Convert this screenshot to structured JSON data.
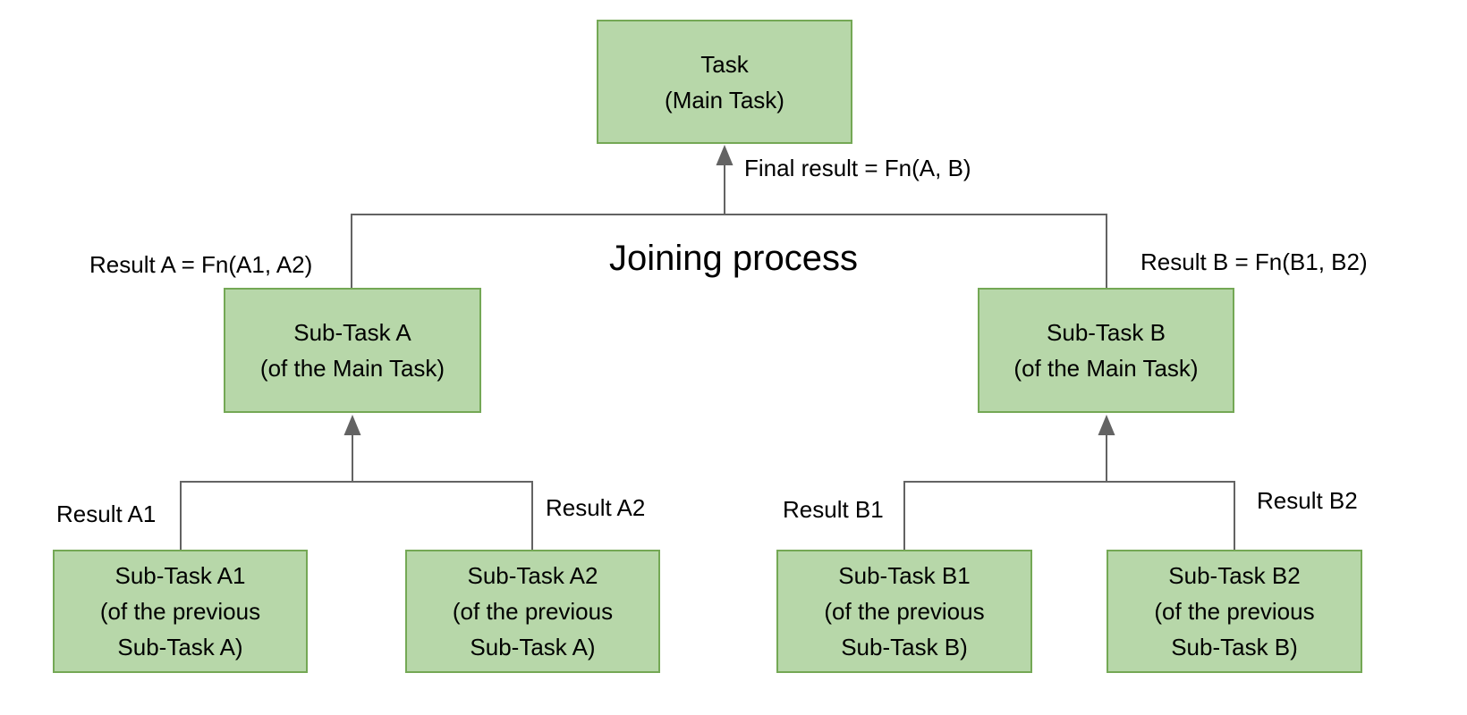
{
  "nodes": {
    "task": {
      "lines": [
        "Task",
        "(Main Task)"
      ]
    },
    "subtask_a": {
      "lines": [
        "Sub-Task A",
        "(of the Main Task)"
      ]
    },
    "subtask_b": {
      "lines": [
        "Sub-Task B",
        "(of the Main Task)"
      ]
    },
    "subtask_a1": {
      "lines": [
        "Sub-Task A1",
        "(of the previous",
        "Sub-Task A)"
      ]
    },
    "subtask_a2": {
      "lines": [
        "Sub-Task A2",
        "(of the previous",
        "Sub-Task A)"
      ]
    },
    "subtask_b1": {
      "lines": [
        "Sub-Task B1",
        "(of the previous",
        "Sub-Task B)"
      ]
    },
    "subtask_b2": {
      "lines": [
        "Sub-Task B2",
        "(of the previous",
        "Sub-Task B)"
      ]
    }
  },
  "labels": {
    "final_result": "Final result = Fn(A, B)",
    "joining_process": "Joining process",
    "result_a": "Result A = Fn(A1, A2)",
    "result_b": "Result B = Fn(B1, B2)",
    "result_a1": "Result A1",
    "result_a2": "Result A2",
    "result_b1": "Result B1",
    "result_b2": "Result B2"
  },
  "colors": {
    "node_fill": "#b7d7a9",
    "node_border": "#74a855",
    "connector": "#636363",
    "text": "#000000",
    "background": "#ffffff"
  }
}
